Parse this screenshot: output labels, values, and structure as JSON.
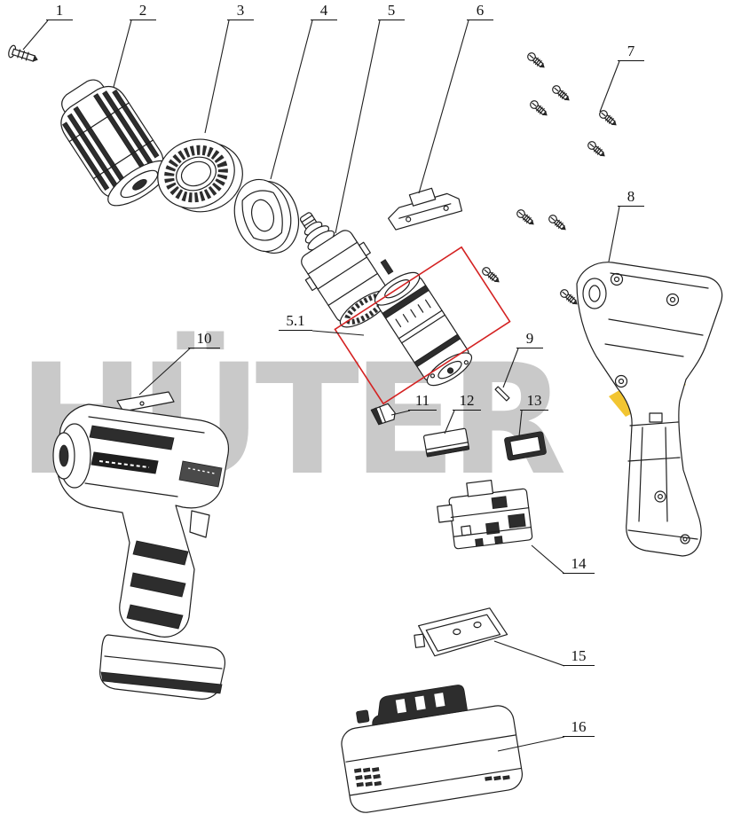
{
  "watermark": {
    "text": "HÜTER"
  },
  "colors": {
    "highlight_box": "#d42222",
    "logo_red": "#e23c36",
    "logo_yellow": "#f2c227",
    "watermark_gray": "#c9c9c9",
    "line_art": "#1f1f1f"
  },
  "labels": {
    "n1": "1",
    "n2": "2",
    "n3": "3",
    "n4": "4",
    "n5": "5",
    "n5_1": "5.1",
    "n6": "6",
    "n7": "7",
    "n8": "8",
    "n9": "9",
    "n10": "10",
    "n11": "11",
    "n12": "12",
    "n13": "13",
    "n14": "14",
    "n15": "15",
    "n16": "16"
  }
}
